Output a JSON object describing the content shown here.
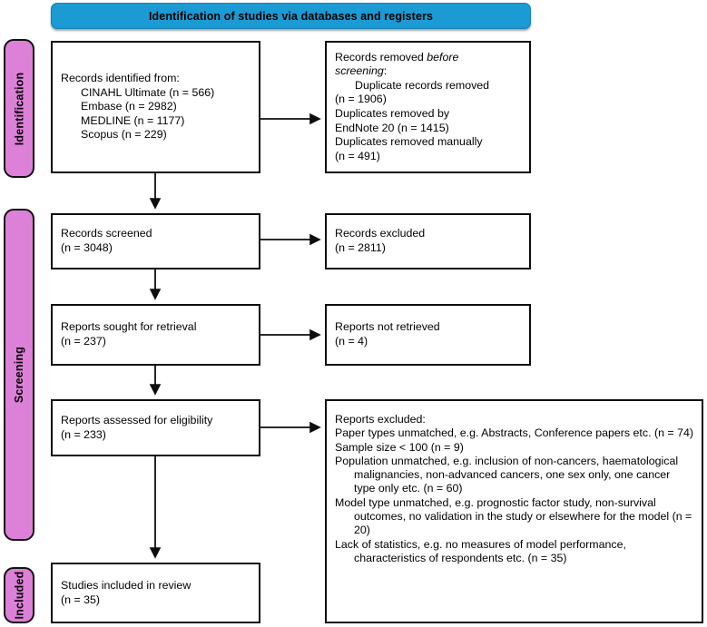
{
  "banner": {
    "title": "Identification of studies via databases and registers",
    "color": "#1b9ad3"
  },
  "bands": {
    "color": "#dd80d8",
    "identification": "Identification",
    "screening": "Screening",
    "included": "Included"
  },
  "boxes": {
    "identified": {
      "heading": "Records identified from:",
      "items": [
        "CINAHL Ultimate (n = 566)",
        "Embase (n = 2982)",
        "MEDLINE (n = 1177)",
        "Scopus (n = 229)"
      ]
    },
    "removed": {
      "heading_1": "Records removed ",
      "heading_em": "before",
      "heading_2": "screening",
      "heading_3": ":",
      "items": [
        "Duplicate records removed",
        "(n = 1906)",
        "Duplicates removed by",
        "EndNote 20 (n = 1415)",
        "Duplicates removed manually",
        "(n = 491)"
      ]
    },
    "screened": {
      "label": "Records screened",
      "count": "(n = 3048)"
    },
    "excluded": {
      "label": "Records excluded",
      "count": "(n = 2811)"
    },
    "sought": {
      "label": "Reports sought for retrieval",
      "count": "(n = 237)"
    },
    "not_retrieved": {
      "label": "Reports not retrieved",
      "count": "(n = 4)"
    },
    "assessed": {
      "label": "Reports assessed for eligibility",
      "count": "(n = 233)"
    },
    "reports_excluded": {
      "heading": "Reports excluded:",
      "reasons": [
        "Paper types unmatched, e.g. Abstracts, Conference papers etc. (n = 74)",
        "Sample size < 100 (n = 9)",
        "Population unmatched, e.g.  inclusion of non-cancers, haematological malignancies, non-advanced cancers, one sex only, one cancer type only etc. (n = 60)",
        "Model type unmatched, e.g. prognostic factor study, non-survival outcomes, no validation in the study or elsewhere for the model (n = 20)",
        "Lack of statistics, e.g. no measures of model performance, characteristics of respondents etc.  (n = 35)"
      ]
    },
    "included": {
      "label": "Studies included in review",
      "count": "(n = 35)"
    }
  }
}
